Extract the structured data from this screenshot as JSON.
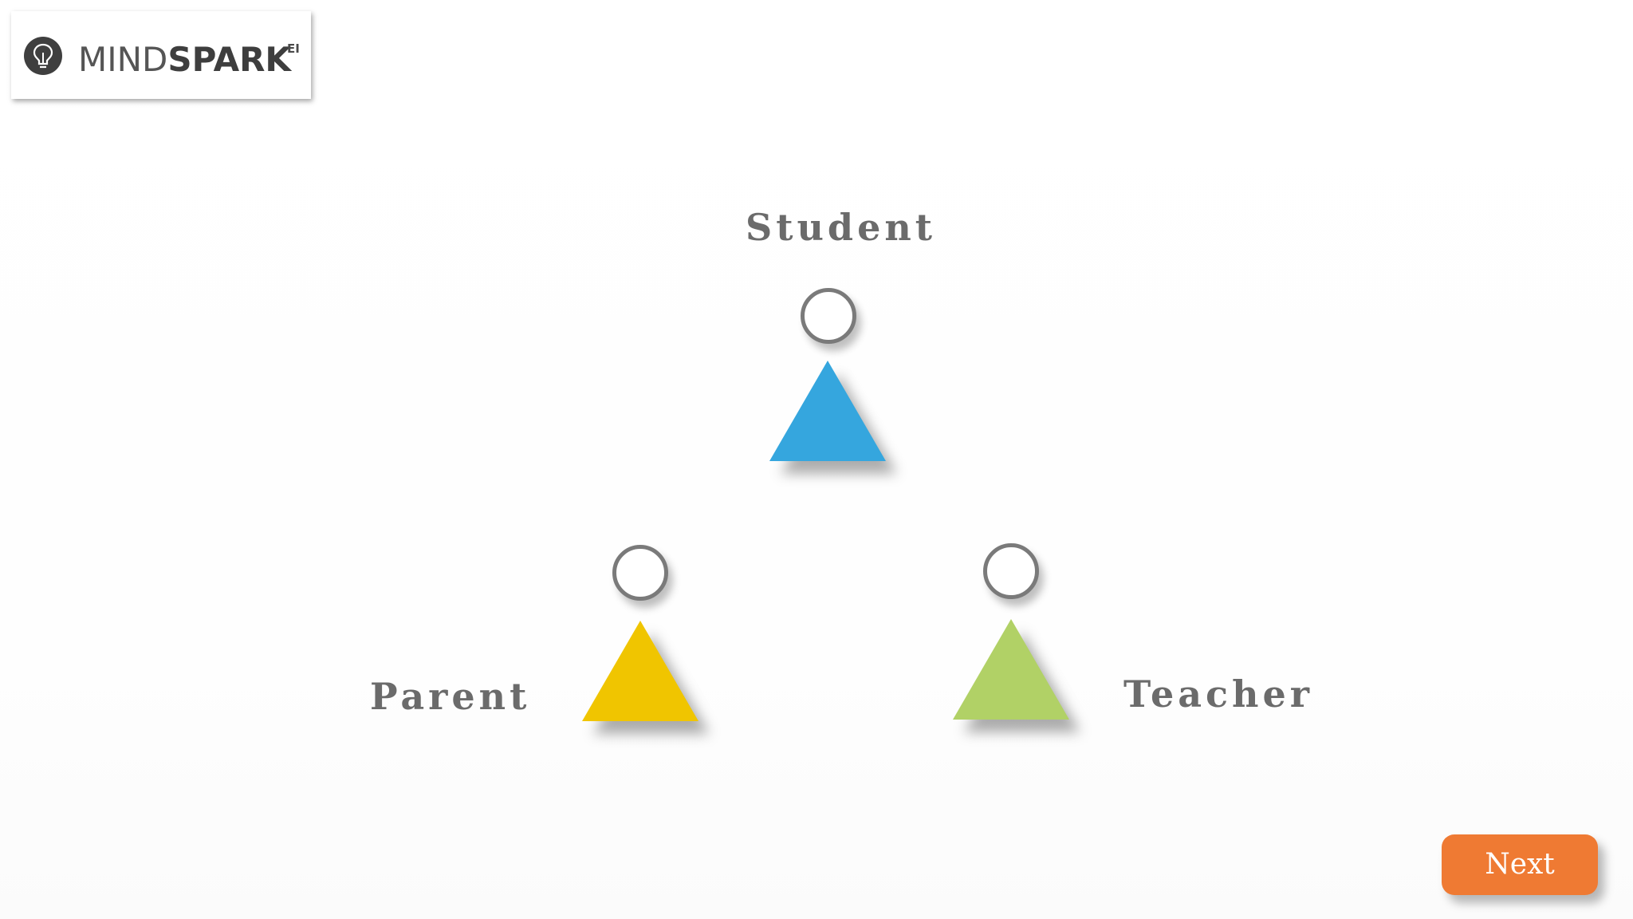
{
  "logo": {
    "word_light": "MIND",
    "word_bold": "SPARK",
    "superscript": "EI",
    "icon": "lightbulb-icon"
  },
  "roles": {
    "student": {
      "label": "Student",
      "color": "#35a6de",
      "icon": "triangle-icon"
    },
    "parent": {
      "label": "Parent",
      "color": "#f0c500",
      "icon": "triangle-icon"
    },
    "teacher": {
      "label": "Teacher",
      "color": "#b1d166",
      "icon": "triangle-icon"
    }
  },
  "next_button": {
    "label": "Next",
    "color": "#ef7a33"
  }
}
